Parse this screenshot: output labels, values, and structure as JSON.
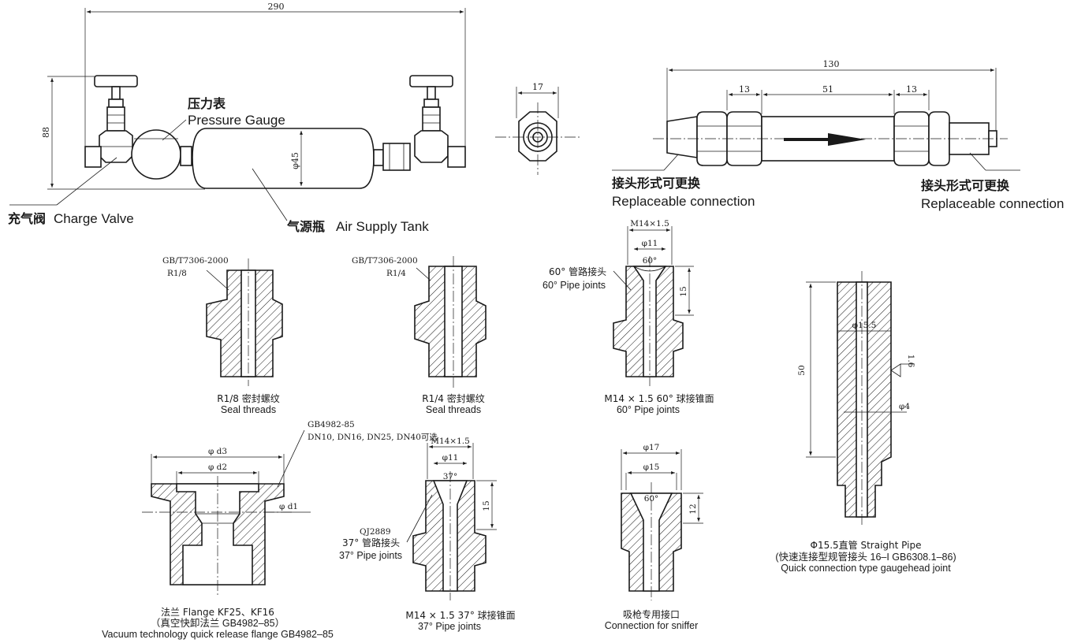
{
  "top": {
    "assembly": {
      "dim_length": "290",
      "dim_height": "88",
      "dim_tank_dia": "φ45",
      "gauge_label_cn": "压力表",
      "gauge_label_en": "Pressure Gauge",
      "valve_label_cn": "充气阀",
      "valve_label_en": "Charge Valve",
      "tank_label_cn": "气源瓶",
      "tank_label_en": "Air Supply Tank"
    },
    "nut_view": {
      "dim_width": "17"
    },
    "sniffer_tube": {
      "dim_total": "130",
      "dim_left": "13",
      "dim_mid": "51",
      "dim_right": "13",
      "left_label_cn": "接头形式可更换",
      "left_label_en": "Replaceable connection",
      "right_label_cn": "接头形式可更换",
      "right_label_en": "Replaceable connection"
    }
  },
  "parts": {
    "r18": {
      "std": "GB/T7306-2000",
      "thread": "R1/8",
      "caption_cn": "R1/8 密封螺纹",
      "caption_en": "Seal threads"
    },
    "r14": {
      "std": "GB/T7306-2000",
      "thread": "R1/4",
      "caption_cn": "R1/4 密封螺纹",
      "caption_en": "Seal threads"
    },
    "m14_60": {
      "thread": "M14×1.5",
      "dia": "φ11",
      "angle": "60°",
      "depth": "15",
      "joint_cn": "60° 管路接头",
      "joint_en": "60°  Pipe joints",
      "caption_cn": "M14 × 1.5  60°  球接锥面",
      "caption_en": "60°  Pipe joints"
    },
    "straight_pipe": {
      "dia": "φ15.5",
      "bore": "φ4",
      "length": "50",
      "roughness": "1.6",
      "caption_1": "Φ15.5直管 Straight Pipe",
      "caption_2": "(快速连接型规管接头 16–I GB6308.1–86)",
      "caption_3": "Quick connection type gaugehead joint"
    },
    "flange": {
      "std": "GB4982-85",
      "options": "D​N10, D​N16, D​N25, D​N40可选",
      "d3": "φ d3",
      "d2": "φ d2",
      "d1": "φ d1",
      "caption_1": "法兰 Flange KF25、KF16",
      "caption_2": "（真空快卸法兰 GB4982–85）",
      "caption_3": "Vacuum technology quick release flange GB4982–85"
    },
    "m14_37": {
      "thread": "M14×1.5",
      "dia": "φ11",
      "angle": "37°",
      "depth": "15",
      "std": "QJ2889",
      "joint_cn": "37° 管路接头",
      "joint_en": "37°  Pipe joints",
      "caption_cn": "M14 × 1.5  37°  球接锥面",
      "caption_en": "37°  Pipe joints"
    },
    "sniffer": {
      "dia_outer": "φ17",
      "dia_inner": "φ15",
      "angle": "60°",
      "depth": "12",
      "caption_cn": "吸枪专用接口",
      "caption_en": "Connection for sniffer"
    }
  }
}
